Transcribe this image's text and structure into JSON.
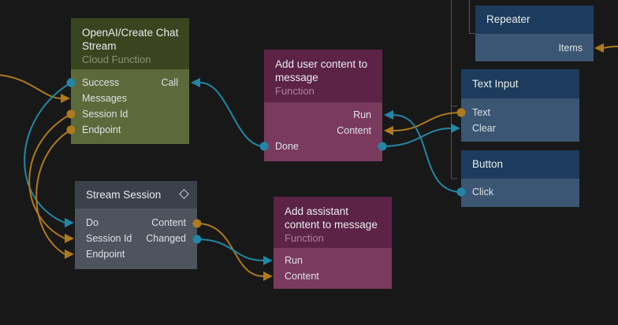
{
  "colors": {
    "bg": "#181818",
    "wire_cyan": "#2187a5",
    "wire_orange": "#ad7a1d",
    "guide_line": "#53575c",
    "node_title": "#e9ecef",
    "port_label": "#dde1e6",
    "openai_header": "#3a451f",
    "openai_body": "#5c693a",
    "function_header": "#5c2347",
    "function_body": "#7a3a5f",
    "visual_header": "#1d3b5c",
    "visual_body": "#3a5673",
    "logic_header": "#3b414b",
    "logic_body": "#4d545e"
  },
  "nodes": {
    "openai": {
      "title": "OpenAI/Create Chat Stream",
      "subtitle": "Cloud Function",
      "ports": {
        "success": "Success",
        "call": "Call",
        "messages": "Messages",
        "session_id": "Session Id",
        "endpoint": "Endpoint"
      }
    },
    "add_user": {
      "title": "Add user content to message",
      "subtitle": "Function",
      "ports": {
        "run": "Run",
        "content": "Content",
        "done": "Done"
      }
    },
    "repeater": {
      "title": "Repeater",
      "ports": {
        "items": "Items"
      }
    },
    "text_input": {
      "title": "Text Input",
      "ports": {
        "text": "Text",
        "clear": "Clear"
      }
    },
    "button": {
      "title": "Button",
      "ports": {
        "click": "Click"
      }
    },
    "stream_session": {
      "title": "Stream Session",
      "icon": "diamond-icon",
      "ports": {
        "do": "Do",
        "content": "Content",
        "session_id": "Session Id",
        "changed": "Changed",
        "endpoint": "Endpoint"
      }
    },
    "add_assistant": {
      "title": "Add assistant content to message",
      "subtitle": "Function",
      "ports": {
        "run": "Run",
        "content": "Content"
      }
    }
  },
  "connections": [
    {
      "from": "offscreen-left",
      "to": "OpenAI/Create Chat Stream.Messages",
      "color": "orange"
    },
    {
      "from": "OpenAI/Create Chat Stream.Success",
      "to": "Stream Session.Do",
      "color": "cyan"
    },
    {
      "from": "OpenAI/Create Chat Stream.Session Id",
      "to": "Stream Session.Session Id",
      "color": "orange"
    },
    {
      "from": "OpenAI/Create Chat Stream.Endpoint",
      "to": "Stream Session.Endpoint",
      "color": "orange"
    },
    {
      "from": "Add user content to message.Done",
      "to": "OpenAI/Create Chat Stream.Call",
      "color": "cyan"
    },
    {
      "from": "Add user content to message.Done",
      "to": "Text Input.Clear",
      "color": "cyan"
    },
    {
      "from": "Text Input.Text",
      "to": "Add user content to message.Content",
      "color": "orange"
    },
    {
      "from": "Button.Click",
      "to": "Add user content to message.Run",
      "color": "cyan"
    },
    {
      "from": "Stream Session.Content",
      "to": "Add assistant content to message.Content",
      "color": "orange"
    },
    {
      "from": "Stream Session.Changed",
      "to": "Add assistant content to message.Run",
      "color": "cyan"
    },
    {
      "from": "offscreen-right",
      "to": "Repeater.Items",
      "color": "orange"
    }
  ]
}
